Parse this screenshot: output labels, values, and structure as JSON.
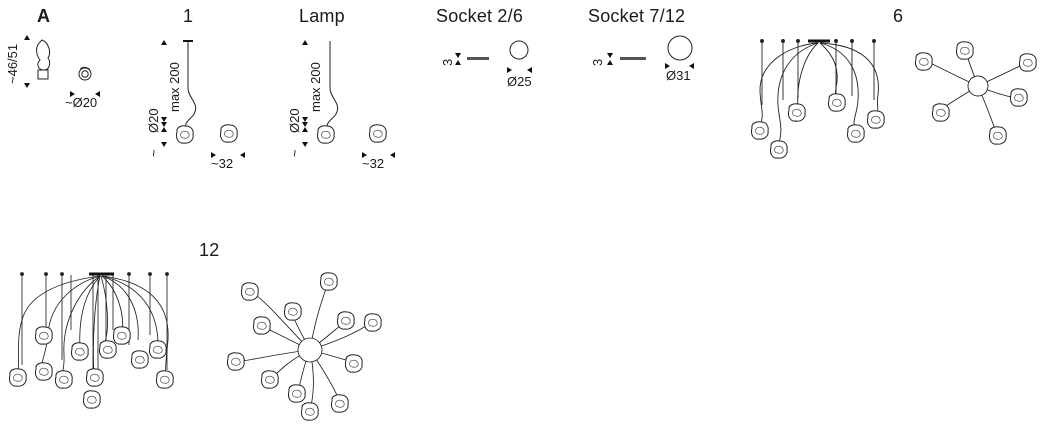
{
  "titles": {
    "a": "A",
    "one": "1",
    "lamp": "Lamp",
    "socket_small": "Socket 2/6",
    "socket_large": "Socket 7/12",
    "six": "6",
    "twelve": "12"
  },
  "dimensions": {
    "a_height": "~46/51",
    "a_width": "~Ø20",
    "one_height": "max 200",
    "one_cable": "Ø20",
    "one_drop": "~",
    "one_width": "~32",
    "lamp_height": "max 200",
    "lamp_cable": "Ø20",
    "lamp_drop": "~",
    "lamp_width": "~32",
    "socket_small_thickness": "3",
    "socket_small_diameter": "Ø25",
    "socket_large_thickness": "3",
    "socket_large_diameter": "Ø31"
  }
}
